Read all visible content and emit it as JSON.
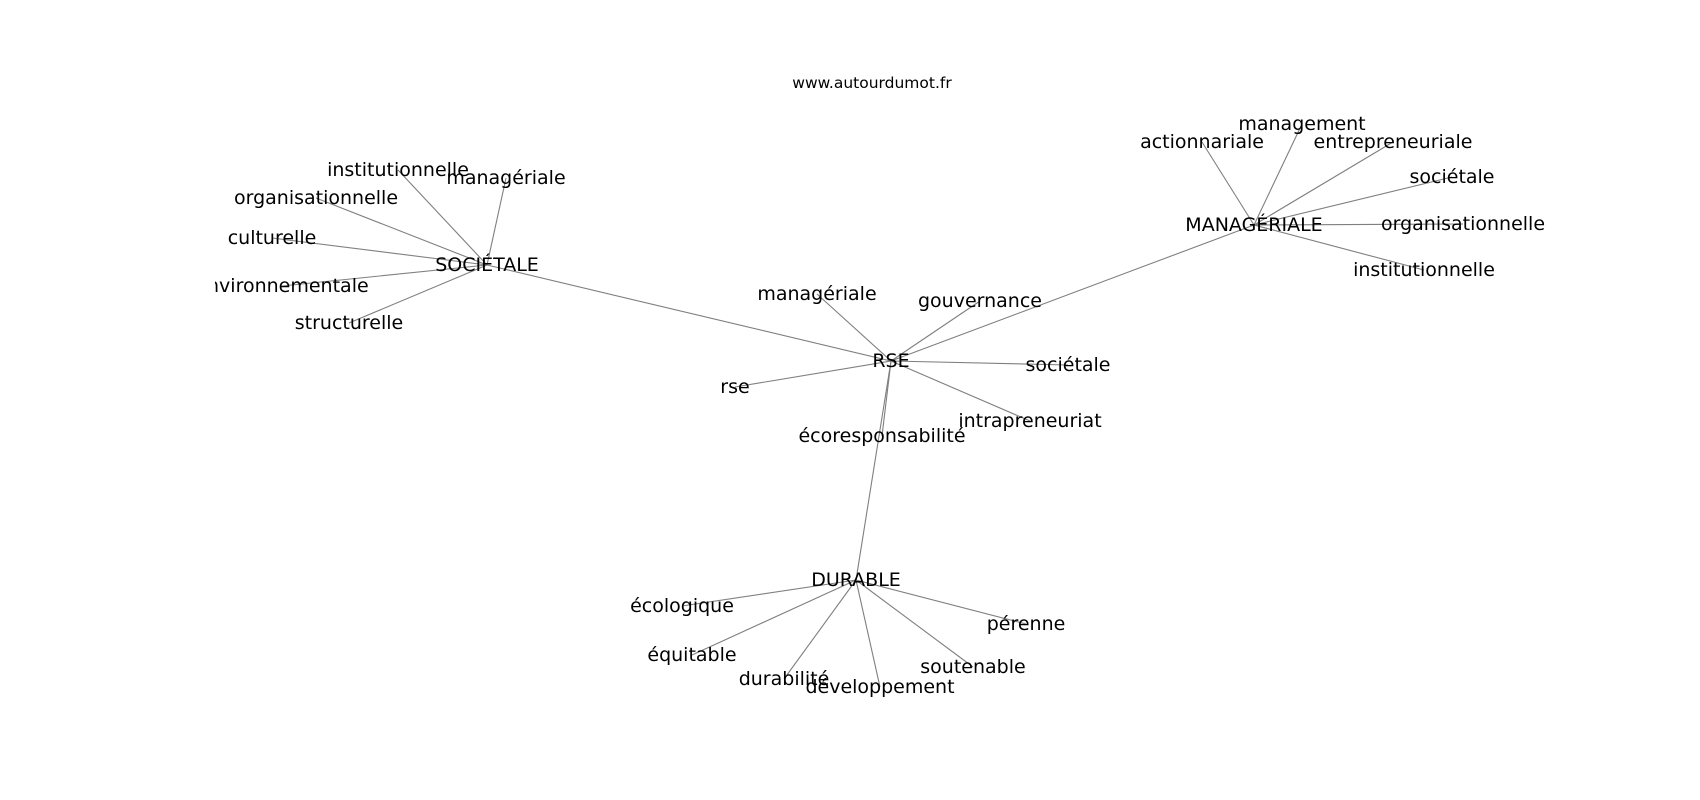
{
  "site": "www.autourdumot.fr",
  "nodes": [
    {
      "id": "rse_hub",
      "label": "RSE"
    },
    {
      "id": "societale_hub",
      "label": "SOCIÉTALE"
    },
    {
      "id": "manageriale_hub",
      "label": "MANAGÉRIALE"
    },
    {
      "id": "durable_hub",
      "label": "DURABLE"
    },
    {
      "id": "rse_manageriale",
      "label": "managériale"
    },
    {
      "id": "rse_gouvernance",
      "label": "gouvernance"
    },
    {
      "id": "rse_societale",
      "label": "sociétale"
    },
    {
      "id": "rse_intrapreneuriat",
      "label": "intrapreneuriat"
    },
    {
      "id": "rse_ecoresponsabilite",
      "label": "écoresponsabilité"
    },
    {
      "id": "rse_rse",
      "label": "rse"
    },
    {
      "id": "soc_institutionnelle",
      "label": "institutionnelle"
    },
    {
      "id": "soc_manageriale",
      "label": "managériale"
    },
    {
      "id": "soc_organisationnelle",
      "label": "organisationnelle"
    },
    {
      "id": "soc_culturelle",
      "label": "culturelle"
    },
    {
      "id": "soc_environnementale",
      "label": "environnementale"
    },
    {
      "id": "soc_structurelle",
      "label": "structurelle"
    },
    {
      "id": "man_management",
      "label": "management"
    },
    {
      "id": "man_actionnariale",
      "label": "actionnariale"
    },
    {
      "id": "man_entrepreneuriale",
      "label": "entrepreneuriale"
    },
    {
      "id": "man_societale",
      "label": "sociétale"
    },
    {
      "id": "man_organisationnelle",
      "label": "organisationnelle"
    },
    {
      "id": "man_institutionnelle",
      "label": "institutionnelle"
    },
    {
      "id": "dur_ecologique",
      "label": "écologique"
    },
    {
      "id": "dur_perenne",
      "label": "pérenne"
    },
    {
      "id": "dur_equitable",
      "label": "équitable"
    },
    {
      "id": "dur_soutenable",
      "label": "soutenable"
    },
    {
      "id": "dur_durabilite",
      "label": "durabilité"
    },
    {
      "id": "dur_developpement",
      "label": "développement"
    }
  ],
  "edges": [
    [
      "rse_hub",
      "societale_hub"
    ],
    [
      "rse_hub",
      "manageriale_hub"
    ],
    [
      "rse_hub",
      "durable_hub"
    ],
    [
      "rse_hub",
      "rse_manageriale"
    ],
    [
      "rse_hub",
      "rse_gouvernance"
    ],
    [
      "rse_hub",
      "rse_societale"
    ],
    [
      "rse_hub",
      "rse_intrapreneuriat"
    ],
    [
      "rse_hub",
      "rse_ecoresponsabilite"
    ],
    [
      "rse_hub",
      "rse_rse"
    ],
    [
      "societale_hub",
      "soc_institutionnelle"
    ],
    [
      "societale_hub",
      "soc_manageriale"
    ],
    [
      "societale_hub",
      "soc_organisationnelle"
    ],
    [
      "societale_hub",
      "soc_culturelle"
    ],
    [
      "societale_hub",
      "soc_environnementale"
    ],
    [
      "societale_hub",
      "soc_structurelle"
    ],
    [
      "manageriale_hub",
      "man_management"
    ],
    [
      "manageriale_hub",
      "man_actionnariale"
    ],
    [
      "manageriale_hub",
      "man_entrepreneuriale"
    ],
    [
      "manageriale_hub",
      "man_societale"
    ],
    [
      "manageriale_hub",
      "man_organisationnelle"
    ],
    [
      "manageriale_hub",
      "man_institutionnelle"
    ],
    [
      "durable_hub",
      "dur_ecologique"
    ],
    [
      "durable_hub",
      "dur_perenne"
    ],
    [
      "durable_hub",
      "dur_equitable"
    ],
    [
      "durable_hub",
      "dur_soutenable"
    ],
    [
      "durable_hub",
      "dur_durabilite"
    ],
    [
      "durable_hub",
      "dur_developpement"
    ]
  ]
}
